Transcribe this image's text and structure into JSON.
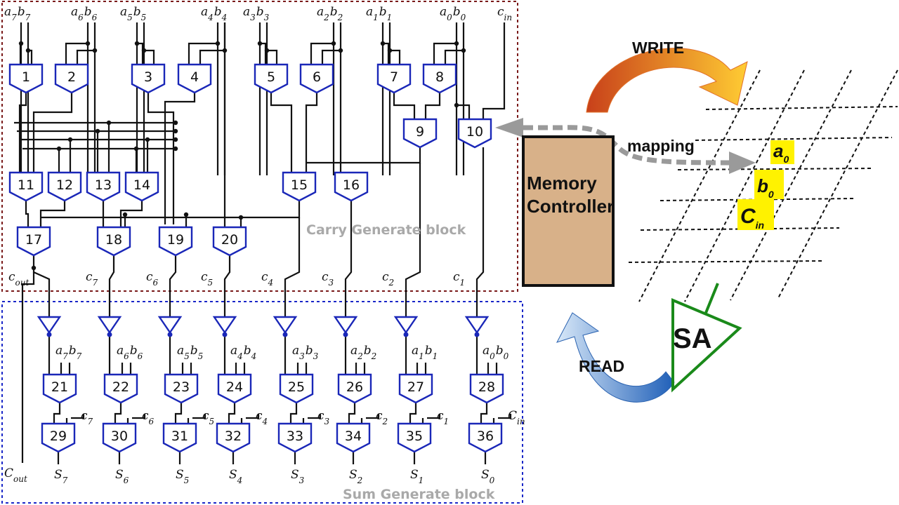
{
  "colors": {
    "gate_stroke": "#1a27b8",
    "carry_border": "#7a1a1a",
    "sum_border": "#1a27c8",
    "highlight": "#fff200",
    "memory_controller_fill": "#d8b189",
    "sense_amp": "#1a8a1a",
    "block_label": "#a9a9a9"
  },
  "top_inputs": [
    {
      "a": "a",
      "as": "7",
      "b": "b",
      "bs": "7"
    },
    {
      "a": "a",
      "as": "6",
      "b": "b",
      "bs": "6"
    },
    {
      "a": "a",
      "as": "5",
      "b": "b",
      "bs": "5"
    },
    {
      "a": "a",
      "as": "4",
      "b": "b",
      "bs": "4"
    },
    {
      "a": "a",
      "as": "3",
      "b": "b",
      "bs": "3"
    },
    {
      "a": "a",
      "as": "2",
      "b": "b",
      "bs": "2"
    },
    {
      "a": "a",
      "as": "1",
      "b": "b",
      "bs": "1"
    },
    {
      "a": "a",
      "as": "0",
      "b": "b",
      "bs": "0"
    }
  ],
  "cin_top": {
    "main": "c",
    "sub": "in"
  },
  "carry_gates": [
    "1",
    "2",
    "3",
    "4",
    "5",
    "6",
    "7",
    "8",
    "9",
    "10",
    "11",
    "12",
    "13",
    "14",
    "15",
    "16",
    "17",
    "18",
    "19",
    "20"
  ],
  "carry_outputs": [
    {
      "main": "c",
      "sub": "out"
    },
    {
      "main": "c",
      "sub": "7"
    },
    {
      "main": "c",
      "sub": "6"
    },
    {
      "main": "c",
      "sub": "5"
    },
    {
      "main": "c",
      "sub": "4"
    },
    {
      "main": "c",
      "sub": "3"
    },
    {
      "main": "c",
      "sub": "2"
    },
    {
      "main": "c",
      "sub": "1"
    }
  ],
  "sum_inputs": [
    {
      "a": "a",
      "as": "7",
      "b": "b",
      "bs": "7"
    },
    {
      "a": "a",
      "as": "6",
      "b": "b",
      "bs": "6"
    },
    {
      "a": "a",
      "as": "5",
      "b": "b",
      "bs": "5"
    },
    {
      "a": "a",
      "as": "4",
      "b": "b",
      "bs": "4"
    },
    {
      "a": "a",
      "as": "3",
      "b": "b",
      "bs": "3"
    },
    {
      "a": "a",
      "as": "2",
      "b": "b",
      "bs": "2"
    },
    {
      "a": "a",
      "as": "1",
      "b": "b",
      "bs": "1"
    },
    {
      "a": "a",
      "as": "0",
      "b": "b",
      "bs": "0"
    }
  ],
  "sum_gates_top": [
    "21",
    "22",
    "23",
    "24",
    "25",
    "26",
    "27",
    "28"
  ],
  "sum_gates_bottom": [
    "29",
    "30",
    "31",
    "32",
    "33",
    "34",
    "35",
    "36"
  ],
  "sum_carry_labels": [
    {
      "main": "c",
      "sub": "7"
    },
    {
      "main": "c",
      "sub": "6"
    },
    {
      "main": "c",
      "sub": "5"
    },
    {
      "main": "c",
      "sub": "4"
    },
    {
      "main": "c",
      "sub": "3"
    },
    {
      "main": "c",
      "sub": "2"
    },
    {
      "main": "c",
      "sub": "1"
    },
    {
      "main": "C",
      "sub": "in"
    }
  ],
  "sum_outputs": [
    {
      "main": "S",
      "sub": "7"
    },
    {
      "main": "S",
      "sub": "6"
    },
    {
      "main": "S",
      "sub": "5"
    },
    {
      "main": "S",
      "sub": "4"
    },
    {
      "main": "S",
      "sub": "3"
    },
    {
      "main": "S",
      "sub": "2"
    },
    {
      "main": "S",
      "sub": "1"
    },
    {
      "main": "S",
      "sub": "0"
    }
  ],
  "cout_bottom": {
    "main": "C",
    "sub": "out"
  },
  "carry_block_label": "Carry Generate block",
  "sum_block_label": "Sum Generate block",
  "memory_controller": {
    "line1": "Memory",
    "line2": "Controller"
  },
  "write_label": "WRITE",
  "read_label": "READ",
  "mapping_label": "mapping",
  "sense_amp_label": "SA",
  "mapped_cells": [
    {
      "main": "a",
      "sub": "0"
    },
    {
      "main": "b",
      "sub": "0"
    },
    {
      "main": "C",
      "sub": "in"
    }
  ]
}
